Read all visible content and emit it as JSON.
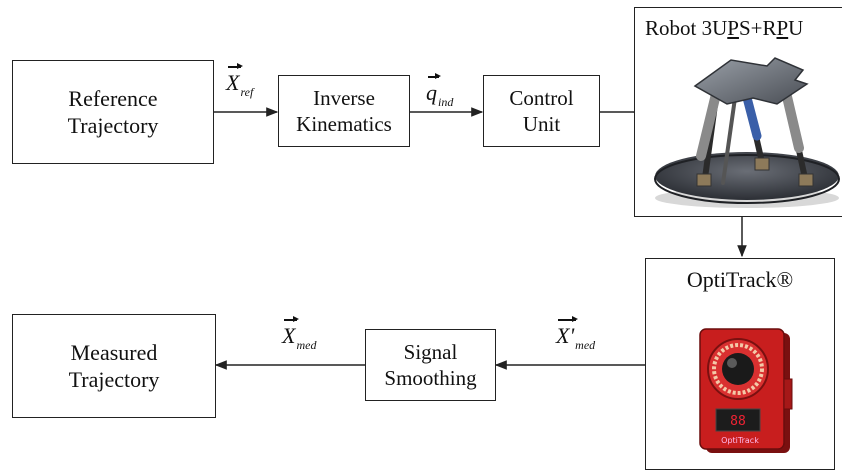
{
  "blocks": {
    "reference": {
      "line1": "Reference",
      "line2": "Trajectory"
    },
    "inverse": {
      "line1": "Inverse",
      "line2": "Kinematics"
    },
    "control": {
      "line1": "Control",
      "line2": "Unit"
    },
    "robot": {
      "title_pre": "Robot 3U",
      "title_u1": "P",
      "title_mid": "S+R",
      "title_u2": "P",
      "title_post": "U"
    },
    "optitrack": {
      "title": "OptiTrack®",
      "brand": "OptiTrack"
    },
    "signal": {
      "line1": "Signal",
      "line2": "Smoothing"
    },
    "measured": {
      "line1": "Measured",
      "line2": "Trajectory"
    }
  },
  "labels": {
    "x_ref": {
      "main": "X",
      "sub": "ref"
    },
    "q_ind": {
      "main": "q",
      "sub": "ind"
    },
    "x_prime_med": {
      "main": "X'",
      "sub": "med"
    },
    "x_med": {
      "main": "X",
      "sub": "med"
    }
  },
  "colors": {
    "line": "#222222",
    "camera_red": "#c81e1e",
    "plate": "#3c3f45"
  }
}
